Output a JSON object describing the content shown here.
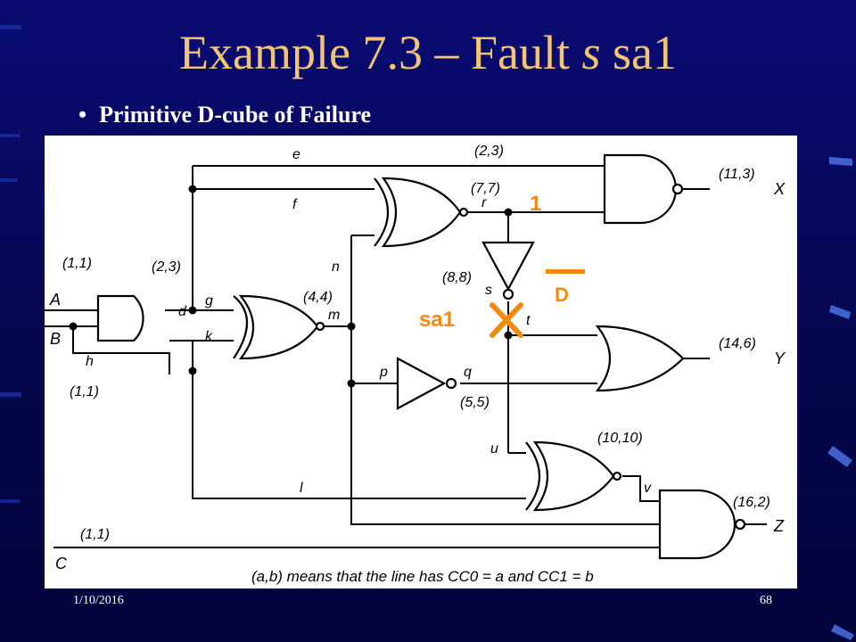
{
  "slide": {
    "title_prefix": "Example 7.3 – Fault ",
    "title_italic": "s",
    "title_suffix": " sa1",
    "bullet": "Primitive D-cube of Failure",
    "date": "1/10/2016",
    "page": "68"
  },
  "diagram": {
    "inputs": {
      "A": "A",
      "B": "B",
      "C": "C"
    },
    "outputs": {
      "X": "X",
      "Y": "Y",
      "Z": "Z"
    },
    "lines": {
      "d": "d",
      "e": "e",
      "f": "f",
      "g": "g",
      "h": "h",
      "k": "k",
      "l": "l",
      "m": "m",
      "n": "n",
      "p": "p",
      "q": "q",
      "r": "r",
      "s": "s",
      "t": "t",
      "u": "u",
      "v": "v"
    },
    "cc": {
      "a_in": "(1,1)",
      "h_in": "(1,1)",
      "c_in": "(1,1)",
      "d_out": "(2,3)",
      "e_top": "(2,3)",
      "m_out": "(4,4)",
      "r_out": "(7,7)",
      "s_out": "(8,8)",
      "q_out": "(5,5)",
      "v_out": "(10,10)",
      "x_out": "(11,3)",
      "y_out": "(14,6)",
      "z_out": "(16,2)"
    },
    "legend": "(a,b) means that the line has CC0 = a and CC1 = b",
    "annotations": {
      "one": "1",
      "d_bar": "D",
      "fault": "sa1"
    },
    "colors": {
      "annotation": "#f28a0f",
      "wire": "#000000",
      "title": "#f3c474"
    }
  }
}
